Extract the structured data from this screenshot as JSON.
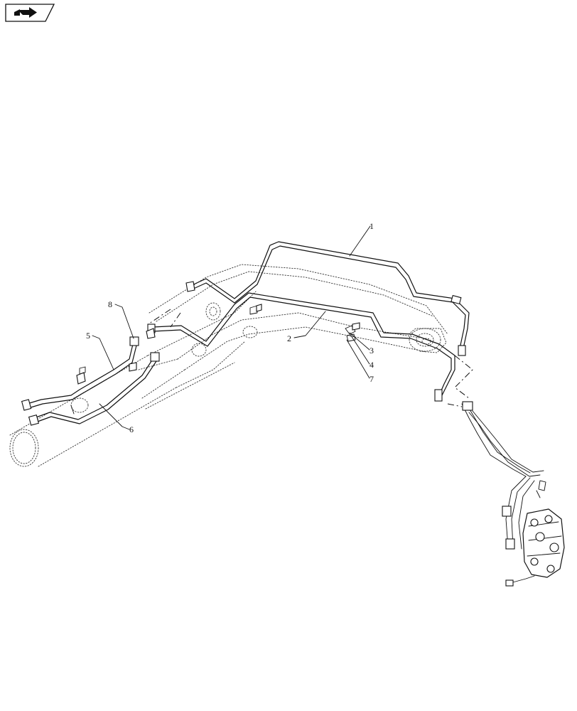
{
  "nav_icon": {
    "name": "page-forward-icon"
  },
  "callouts": [
    {
      "id": "callout-1",
      "label": "1"
    },
    {
      "id": "callout-2",
      "label": "2"
    },
    {
      "id": "callout-3",
      "label": "3"
    },
    {
      "id": "callout-4",
      "label": "4"
    },
    {
      "id": "callout-5",
      "label": "5"
    },
    {
      "id": "callout-6",
      "label": "6"
    },
    {
      "id": "callout-7",
      "label": "7"
    },
    {
      "id": "callout-8",
      "label": "8"
    }
  ]
}
